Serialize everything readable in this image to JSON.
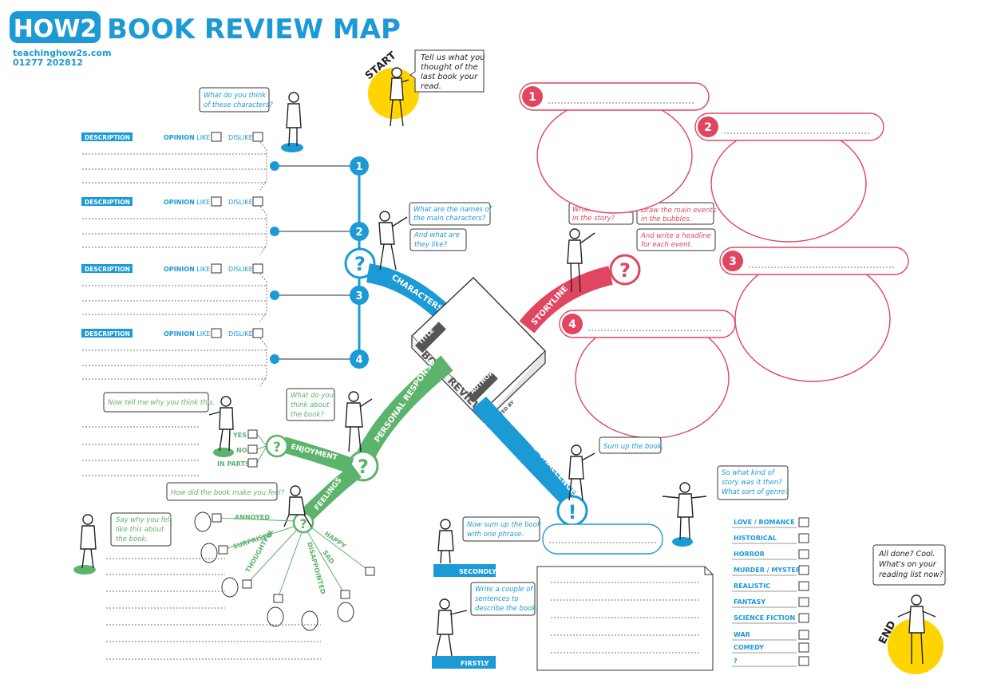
{
  "header": {
    "logo": "HOW2",
    "title": "BOOK REVIEW MAP",
    "website": "teachinghow2s.com",
    "phone": "01277 202812"
  },
  "start": {
    "label": "START",
    "bubble": [
      "Tell us what you",
      "thought of the",
      "last book your",
      "read."
    ]
  },
  "end": {
    "label": "END",
    "bubble": [
      "All done? Cool.",
      "What's on your",
      "reading list now?"
    ]
  },
  "book": {
    "title": "TITLE",
    "name": "BOOK REVIEW",
    "author": "AUTHOR",
    "reviewed_by": "REVIEWED BY"
  },
  "characters": {
    "branch": "CHARACTERS",
    "q_mark": "?",
    "bubble_top": [
      "What do you think",
      "of these characters?"
    ],
    "bubble_names": [
      "What are the names of",
      "the main characters?"
    ],
    "bubble_like": [
      "And what are",
      "they like?"
    ],
    "rows": [
      {
        "num": "1",
        "desc": "DESCRIPTION",
        "opinion": "OPINION",
        "like": ": LIKE",
        "dislike": "DISLIKE"
      },
      {
        "num": "2",
        "desc": "DESCRIPTION",
        "opinion": "OPINION",
        "like": ": LIKE",
        "dislike": "DISLIKE"
      },
      {
        "num": "3",
        "desc": "DESCRIPTION",
        "opinion": "OPINION",
        "like": ": LIKE",
        "dislike": "DISLIKE"
      },
      {
        "num": "4",
        "desc": "DESCRIPTION",
        "opinion": "OPINION",
        "like": ": LIKE",
        "dislike": "DISLIKE"
      }
    ]
  },
  "storyline": {
    "branch": "STORYLINE",
    "q_mark": "?",
    "bubble_happening": [
      "What's happening",
      "in the story?"
    ],
    "bubble_draw": [
      "Draw the main events",
      "in the bubbles."
    ],
    "bubble_headline": [
      "And write a headline",
      "for each event."
    ],
    "events": [
      "1",
      "2",
      "3",
      "4"
    ]
  },
  "personal": {
    "branch": "PERSONAL RESPONSE",
    "q_mark": "?",
    "bubble": [
      "What do you",
      "think about",
      "the book?"
    ],
    "enjoyment": {
      "branch": "ENJOYMENT",
      "bubble": "Now tell me why you think this.",
      "options": [
        "YES",
        "NO",
        "IN PARTS"
      ]
    },
    "feelings": {
      "branch": "FEELINGS",
      "bubble": "How did the book make you feel?",
      "bubble_why": [
        "Say why you felt",
        "like this about",
        "the book."
      ],
      "options": [
        "ANNOYED",
        "SURPRISED",
        "THOUGHTFUL",
        "DISAPPOINTED",
        "SAD",
        "HAPPY"
      ]
    }
  },
  "word": {
    "branch": "WORD CHALLENGE",
    "q_mark": "!",
    "bubble": "Sum up the book.",
    "secondly": {
      "label": "SECONDLY",
      "bubble": [
        "Now sum up the book",
        "with one phrase."
      ]
    },
    "firstly": {
      "label": "FIRSTLY",
      "bubble": [
        "Write a couple of",
        "sentences to",
        "describe the book."
      ]
    }
  },
  "genre": {
    "bubble": [
      "So what kind of",
      "story was it then?",
      "What sort of genre?"
    ],
    "items": [
      "LOVE / ROMANCE",
      "HISTORICAL",
      "HORROR",
      "MURDER / MYSTERY",
      "REALISTIC",
      "FANTASY",
      "SCIENCE FICTION",
      "WAR",
      "COMEDY",
      "?"
    ]
  },
  "colors": {
    "blue": "#1b9ad6",
    "green": "#5cb36b",
    "red": "#e0465f",
    "yellow": "#ffd400",
    "grey": "#555555"
  }
}
